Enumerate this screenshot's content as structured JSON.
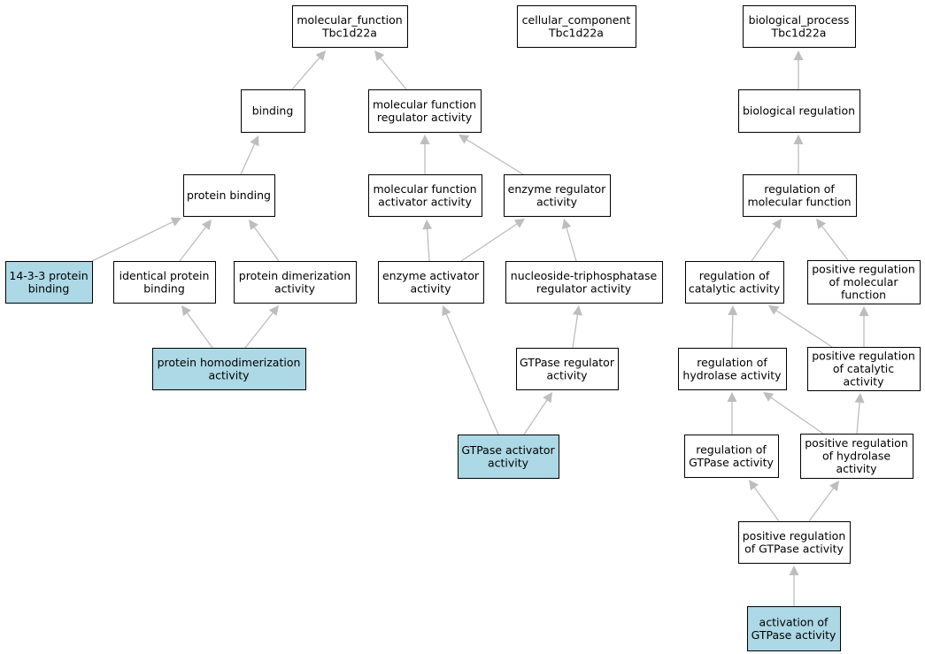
{
  "colors": {
    "highlight_fill": "#add8e6",
    "normal_fill": "#ffffff",
    "border": "#000000",
    "edge": "#bdbdbd"
  },
  "nodes": [
    {
      "id": "mf_root",
      "lines": [
        "molecular_function",
        "Tbc1d22a"
      ],
      "highlight": false
    },
    {
      "id": "cc_root",
      "lines": [
        "cellular_component",
        "Tbc1d22a"
      ],
      "highlight": false
    },
    {
      "id": "bp_root",
      "lines": [
        "biological_process",
        "Tbc1d22a"
      ],
      "highlight": false
    },
    {
      "id": "binding",
      "lines": [
        "binding"
      ],
      "highlight": false
    },
    {
      "id": "mf_regulator",
      "lines": [
        "molecular function",
        "regulator activity"
      ],
      "highlight": false
    },
    {
      "id": "bio_regulation",
      "lines": [
        "biological regulation"
      ],
      "highlight": false
    },
    {
      "id": "protein_binding",
      "lines": [
        "protein binding"
      ],
      "highlight": false
    },
    {
      "id": "mf_activator",
      "lines": [
        "molecular function",
        "activator activity"
      ],
      "highlight": false
    },
    {
      "id": "enzyme_regulator",
      "lines": [
        "enzyme regulator",
        "activity"
      ],
      "highlight": false
    },
    {
      "id": "reg_mol_func",
      "lines": [
        "regulation of",
        "molecular function"
      ],
      "highlight": false
    },
    {
      "id": "p1433_binding",
      "lines": [
        "14-3-3 protein",
        "binding"
      ],
      "highlight": true
    },
    {
      "id": "identical_binding",
      "lines": [
        "identical protein",
        "binding"
      ],
      "highlight": false
    },
    {
      "id": "dimerization",
      "lines": [
        "protein dimerization",
        "activity"
      ],
      "highlight": false
    },
    {
      "id": "enzyme_activator",
      "lines": [
        "enzyme activator",
        "activity"
      ],
      "highlight": false
    },
    {
      "id": "ntpase_regulator",
      "lines": [
        "nucleoside-triphosphatase",
        "regulator activity"
      ],
      "highlight": false
    },
    {
      "id": "reg_catalytic",
      "lines": [
        "regulation of",
        "catalytic activity"
      ],
      "highlight": false
    },
    {
      "id": "pos_reg_mol_func",
      "lines": [
        "positive regulation",
        "of molecular",
        "function"
      ],
      "highlight": false
    },
    {
      "id": "homodimerization",
      "lines": [
        "protein homodimerization",
        "activity"
      ],
      "highlight": true
    },
    {
      "id": "gtpase_regulator",
      "lines": [
        "GTPase regulator",
        "activity"
      ],
      "highlight": false
    },
    {
      "id": "reg_hydrolase",
      "lines": [
        "regulation of",
        "hydrolase activity"
      ],
      "highlight": false
    },
    {
      "id": "pos_reg_catalytic",
      "lines": [
        "positive regulation",
        "of catalytic",
        "activity"
      ],
      "highlight": false
    },
    {
      "id": "gtpase_activator",
      "lines": [
        "GTPase activator",
        "activity"
      ],
      "highlight": true
    },
    {
      "id": "reg_gtpase",
      "lines": [
        "regulation of",
        "GTPase activity"
      ],
      "highlight": false
    },
    {
      "id": "pos_reg_hydrolase",
      "lines": [
        "positive regulation",
        "of hydrolase",
        "activity"
      ],
      "highlight": false
    },
    {
      "id": "pos_reg_gtpase",
      "lines": [
        "positive regulation",
        "of GTPase activity"
      ],
      "highlight": false
    },
    {
      "id": "activation_gtpase",
      "lines": [
        "activation of",
        "GTPase activity"
      ],
      "highlight": true
    }
  ],
  "edges": [
    {
      "from": "binding",
      "to": "mf_root"
    },
    {
      "from": "mf_regulator",
      "to": "mf_root"
    },
    {
      "from": "protein_binding",
      "to": "binding"
    },
    {
      "from": "p1433_binding",
      "to": "protein_binding"
    },
    {
      "from": "identical_binding",
      "to": "protein_binding"
    },
    {
      "from": "dimerization",
      "to": "protein_binding"
    },
    {
      "from": "homodimerization",
      "to": "identical_binding"
    },
    {
      "from": "homodimerization",
      "to": "dimerization"
    },
    {
      "from": "mf_activator",
      "to": "mf_regulator"
    },
    {
      "from": "enzyme_regulator",
      "to": "mf_regulator"
    },
    {
      "from": "enzyme_activator",
      "to": "mf_activator"
    },
    {
      "from": "enzyme_activator",
      "to": "enzyme_regulator"
    },
    {
      "from": "ntpase_regulator",
      "to": "enzyme_regulator"
    },
    {
      "from": "gtpase_regulator",
      "to": "ntpase_regulator"
    },
    {
      "from": "gtpase_activator",
      "to": "enzyme_activator"
    },
    {
      "from": "gtpase_activator",
      "to": "gtpase_regulator"
    },
    {
      "from": "bio_regulation",
      "to": "bp_root"
    },
    {
      "from": "reg_mol_func",
      "to": "bio_regulation"
    },
    {
      "from": "reg_catalytic",
      "to": "reg_mol_func"
    },
    {
      "from": "pos_reg_mol_func",
      "to": "reg_mol_func"
    },
    {
      "from": "reg_hydrolase",
      "to": "reg_catalytic"
    },
    {
      "from": "pos_reg_catalytic",
      "to": "reg_catalytic"
    },
    {
      "from": "pos_reg_catalytic",
      "to": "pos_reg_mol_func"
    },
    {
      "from": "reg_gtpase",
      "to": "reg_hydrolase"
    },
    {
      "from": "pos_reg_hydrolase",
      "to": "reg_hydrolase"
    },
    {
      "from": "pos_reg_hydrolase",
      "to": "pos_reg_catalytic"
    },
    {
      "from": "pos_reg_gtpase",
      "to": "reg_gtpase"
    },
    {
      "from": "pos_reg_gtpase",
      "to": "pos_reg_hydrolase"
    },
    {
      "from": "activation_gtpase",
      "to": "pos_reg_gtpase"
    }
  ]
}
